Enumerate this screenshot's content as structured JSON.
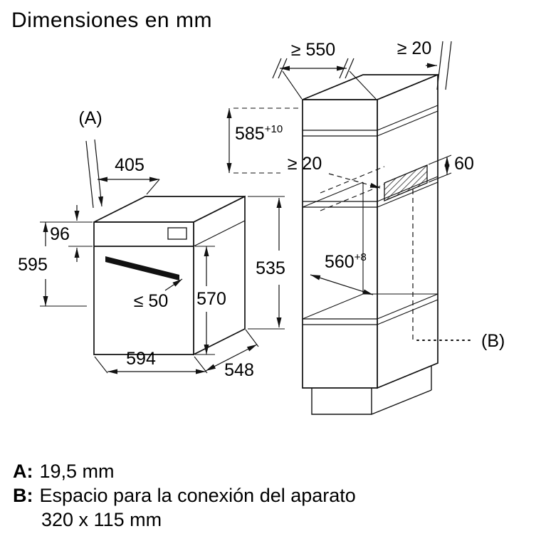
{
  "title": "Dimensiones en mm",
  "diagram": {
    "oven": {
      "label_a": "(A)",
      "dim_width_top": "405",
      "dim_panel_height": "96",
      "dim_total_height": "595",
      "dim_handle": "≤ 50",
      "dim_door_height": "570",
      "dim_body_height": "535",
      "dim_width_bottom": "594",
      "dim_depth": "548"
    },
    "cabinet": {
      "dim_top_depth": "≥ 550",
      "dim_rear_gap": "≥ 20",
      "dim_niche_height": {
        "base": "585",
        "sup": "+10"
      },
      "dim_vent_gap": "≥ 20",
      "dim_vent_width": "60",
      "dim_niche_depth": {
        "base": "560",
        "sup": "+8"
      },
      "label_b": "(B)"
    },
    "colors": {
      "line": "#111111",
      "background": "#ffffff"
    }
  },
  "legend": {
    "a_key": "A:",
    "a_value": "19,5 mm",
    "b_key": "B:",
    "b_value": "Espacio para la conexión del aparato",
    "b_value_line2": "320 x 115 mm"
  }
}
